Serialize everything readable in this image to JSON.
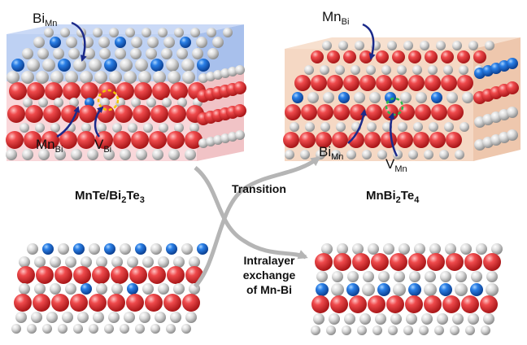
{
  "colors": {
    "te_red": "#e43a3c",
    "mn_blue": "#1f6fd6",
    "bi_white": "#d8d8d8",
    "layer_blue": "#b9cdf3",
    "layer_pink": "#f7cfd2",
    "layer_peach": "#f5d8c4",
    "arrow_gray": "#b5b5b5",
    "defect_yellow": "#f2c200",
    "defect_green": "#2fb84b",
    "pointer_navy": "#1b2a8a"
  },
  "left_panel": {
    "title": {
      "main": "MnTe/Bi",
      "sub1": "2",
      "mid": "Te",
      "sub2": "3"
    },
    "labels": {
      "bi_mn": {
        "main": "Bi",
        "sub": "Mn"
      },
      "mn_bi": {
        "main": "Mn",
        "sub": "Bi"
      },
      "v_bi": {
        "main": "V",
        "sub": "Bi"
      }
    }
  },
  "right_panel": {
    "title": {
      "main": "MnBi",
      "sub1": "2",
      "mid": "Te",
      "sub2": "4"
    },
    "labels": {
      "mn_bi": {
        "main": "Mn",
        "sub": "Bi"
      },
      "bi_mn": {
        "main": "Bi",
        "sub": "Mn"
      },
      "v_mn": {
        "main": "V",
        "sub": "Mn"
      }
    }
  },
  "center": {
    "transition": "Transition",
    "exchange_lines": [
      "Intralayer",
      "exchange",
      "of Mn-Bi"
    ]
  }
}
